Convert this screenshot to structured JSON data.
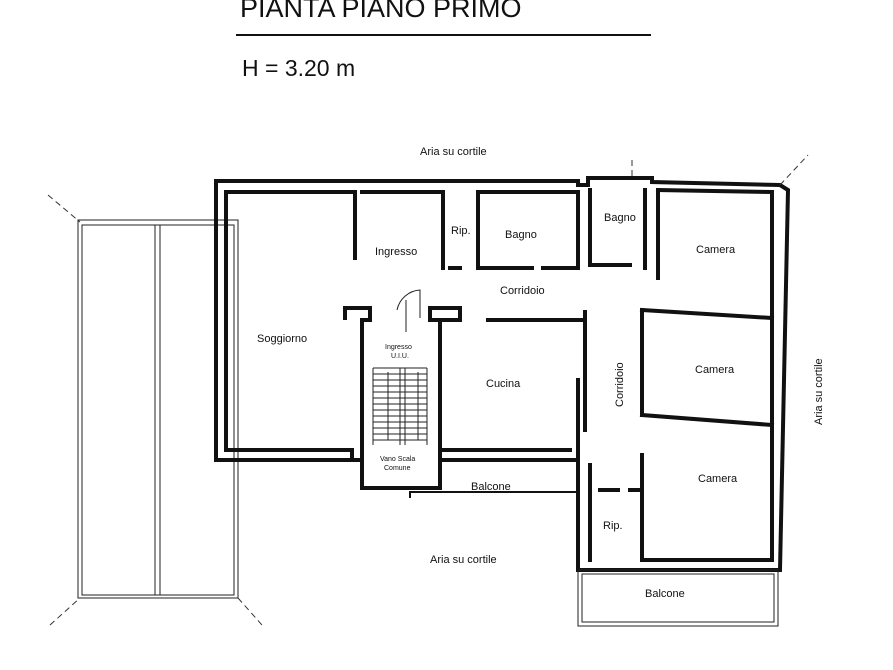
{
  "header": {
    "title": "PIANTA PIANO PRIMO",
    "height_label": "H = 3.20 m"
  },
  "plan": {
    "outside_top": "Aria su cortile",
    "outside_bottom": "Aria su cortile",
    "outside_right": "Aria su cortile",
    "rooms": {
      "soggiorno": "Soggiorno",
      "ingresso": "Ingresso",
      "rip_top": "Rip.",
      "bagno_1": "Bagno",
      "bagno_2": "Bagno",
      "camera_1": "Camera",
      "camera_2": "Camera",
      "camera_3": "Camera",
      "corridoio_h": "Corridoio",
      "corridoio_v": "Corridoio",
      "cucina": "Cucina",
      "ingresso_uiu_1": "Ingresso",
      "ingresso_uiu_2": "U.I.U.",
      "vano_scala_1": "Vano Scala",
      "vano_scala_2": "Comune",
      "balcone_1": "Balcone",
      "balcone_2": "Balcone",
      "rip_bottom": "Rip."
    }
  }
}
